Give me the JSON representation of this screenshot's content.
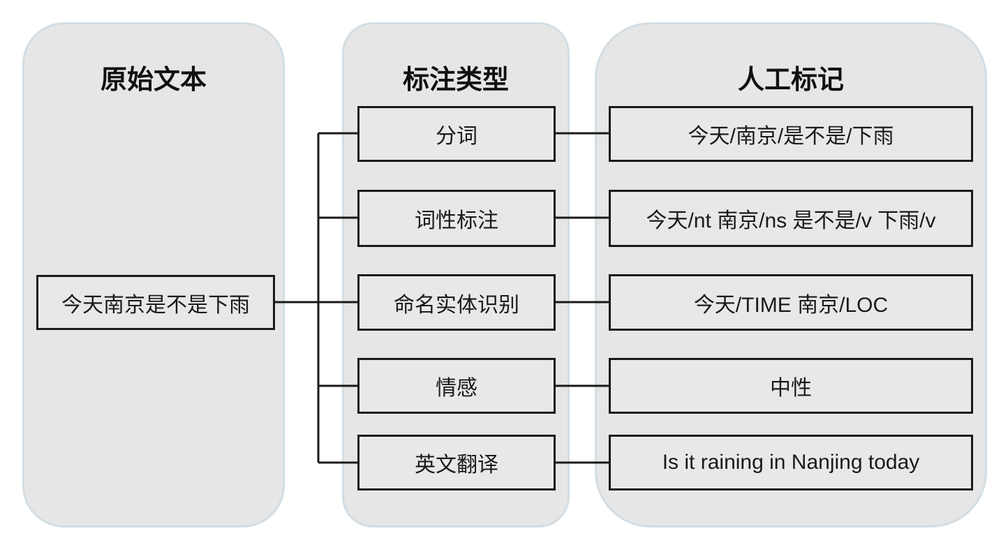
{
  "columns": {
    "source": {
      "title": "原始文本"
    },
    "types": {
      "title": "标注类型"
    },
    "labels": {
      "title": "人工标记"
    }
  },
  "source_text": "今天南京是不是下雨",
  "annotations": [
    {
      "type": "分词",
      "label": "今天/南京/是不是/下雨"
    },
    {
      "type": "词性标注",
      "label": "今天/nt 南京/ns 是不是/v 下雨/v"
    },
    {
      "type": "命名实体识别",
      "label": "今天/TIME 南京/LOC"
    },
    {
      "type": "情感",
      "label": "中性"
    },
    {
      "type": "英文翻译",
      "label": "Is it raining in Nanjing today"
    }
  ],
  "colors": {
    "panel": "#e6e6e6",
    "panel_border": "#d3dde3",
    "box_border": "#1a1a1a"
  }
}
